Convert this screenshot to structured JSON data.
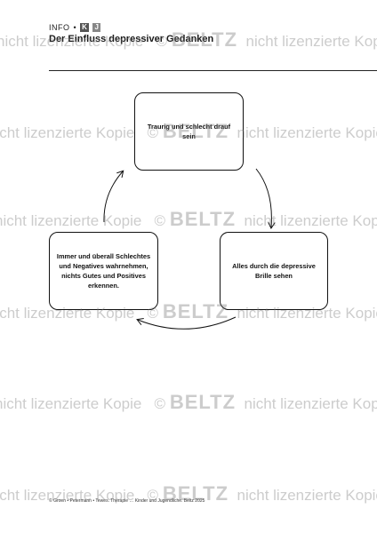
{
  "header": {
    "info_label": "INFO",
    "bullet": "•",
    "badge_k": "K",
    "badge_j": "J",
    "title": "Der Einfluss depressiver Gedanken"
  },
  "diagram": {
    "nodes": {
      "top": "Traurig und schlecht drauf sein",
      "right": "Alles durch die depressive Brille sehen",
      "left": "Immer und überall Schlechtes und Negatives wahrnehmen, nichts Gutes und Positives erkennen."
    }
  },
  "watermark": {
    "copyright": "©",
    "logo": "BELTZ",
    "text": "nicht lizenzierte Kopie"
  },
  "footer": {
    "text": "© Groen • Petermann • Tewes. Therapie … Kinder und Jugendliche. Beltz 2025"
  }
}
